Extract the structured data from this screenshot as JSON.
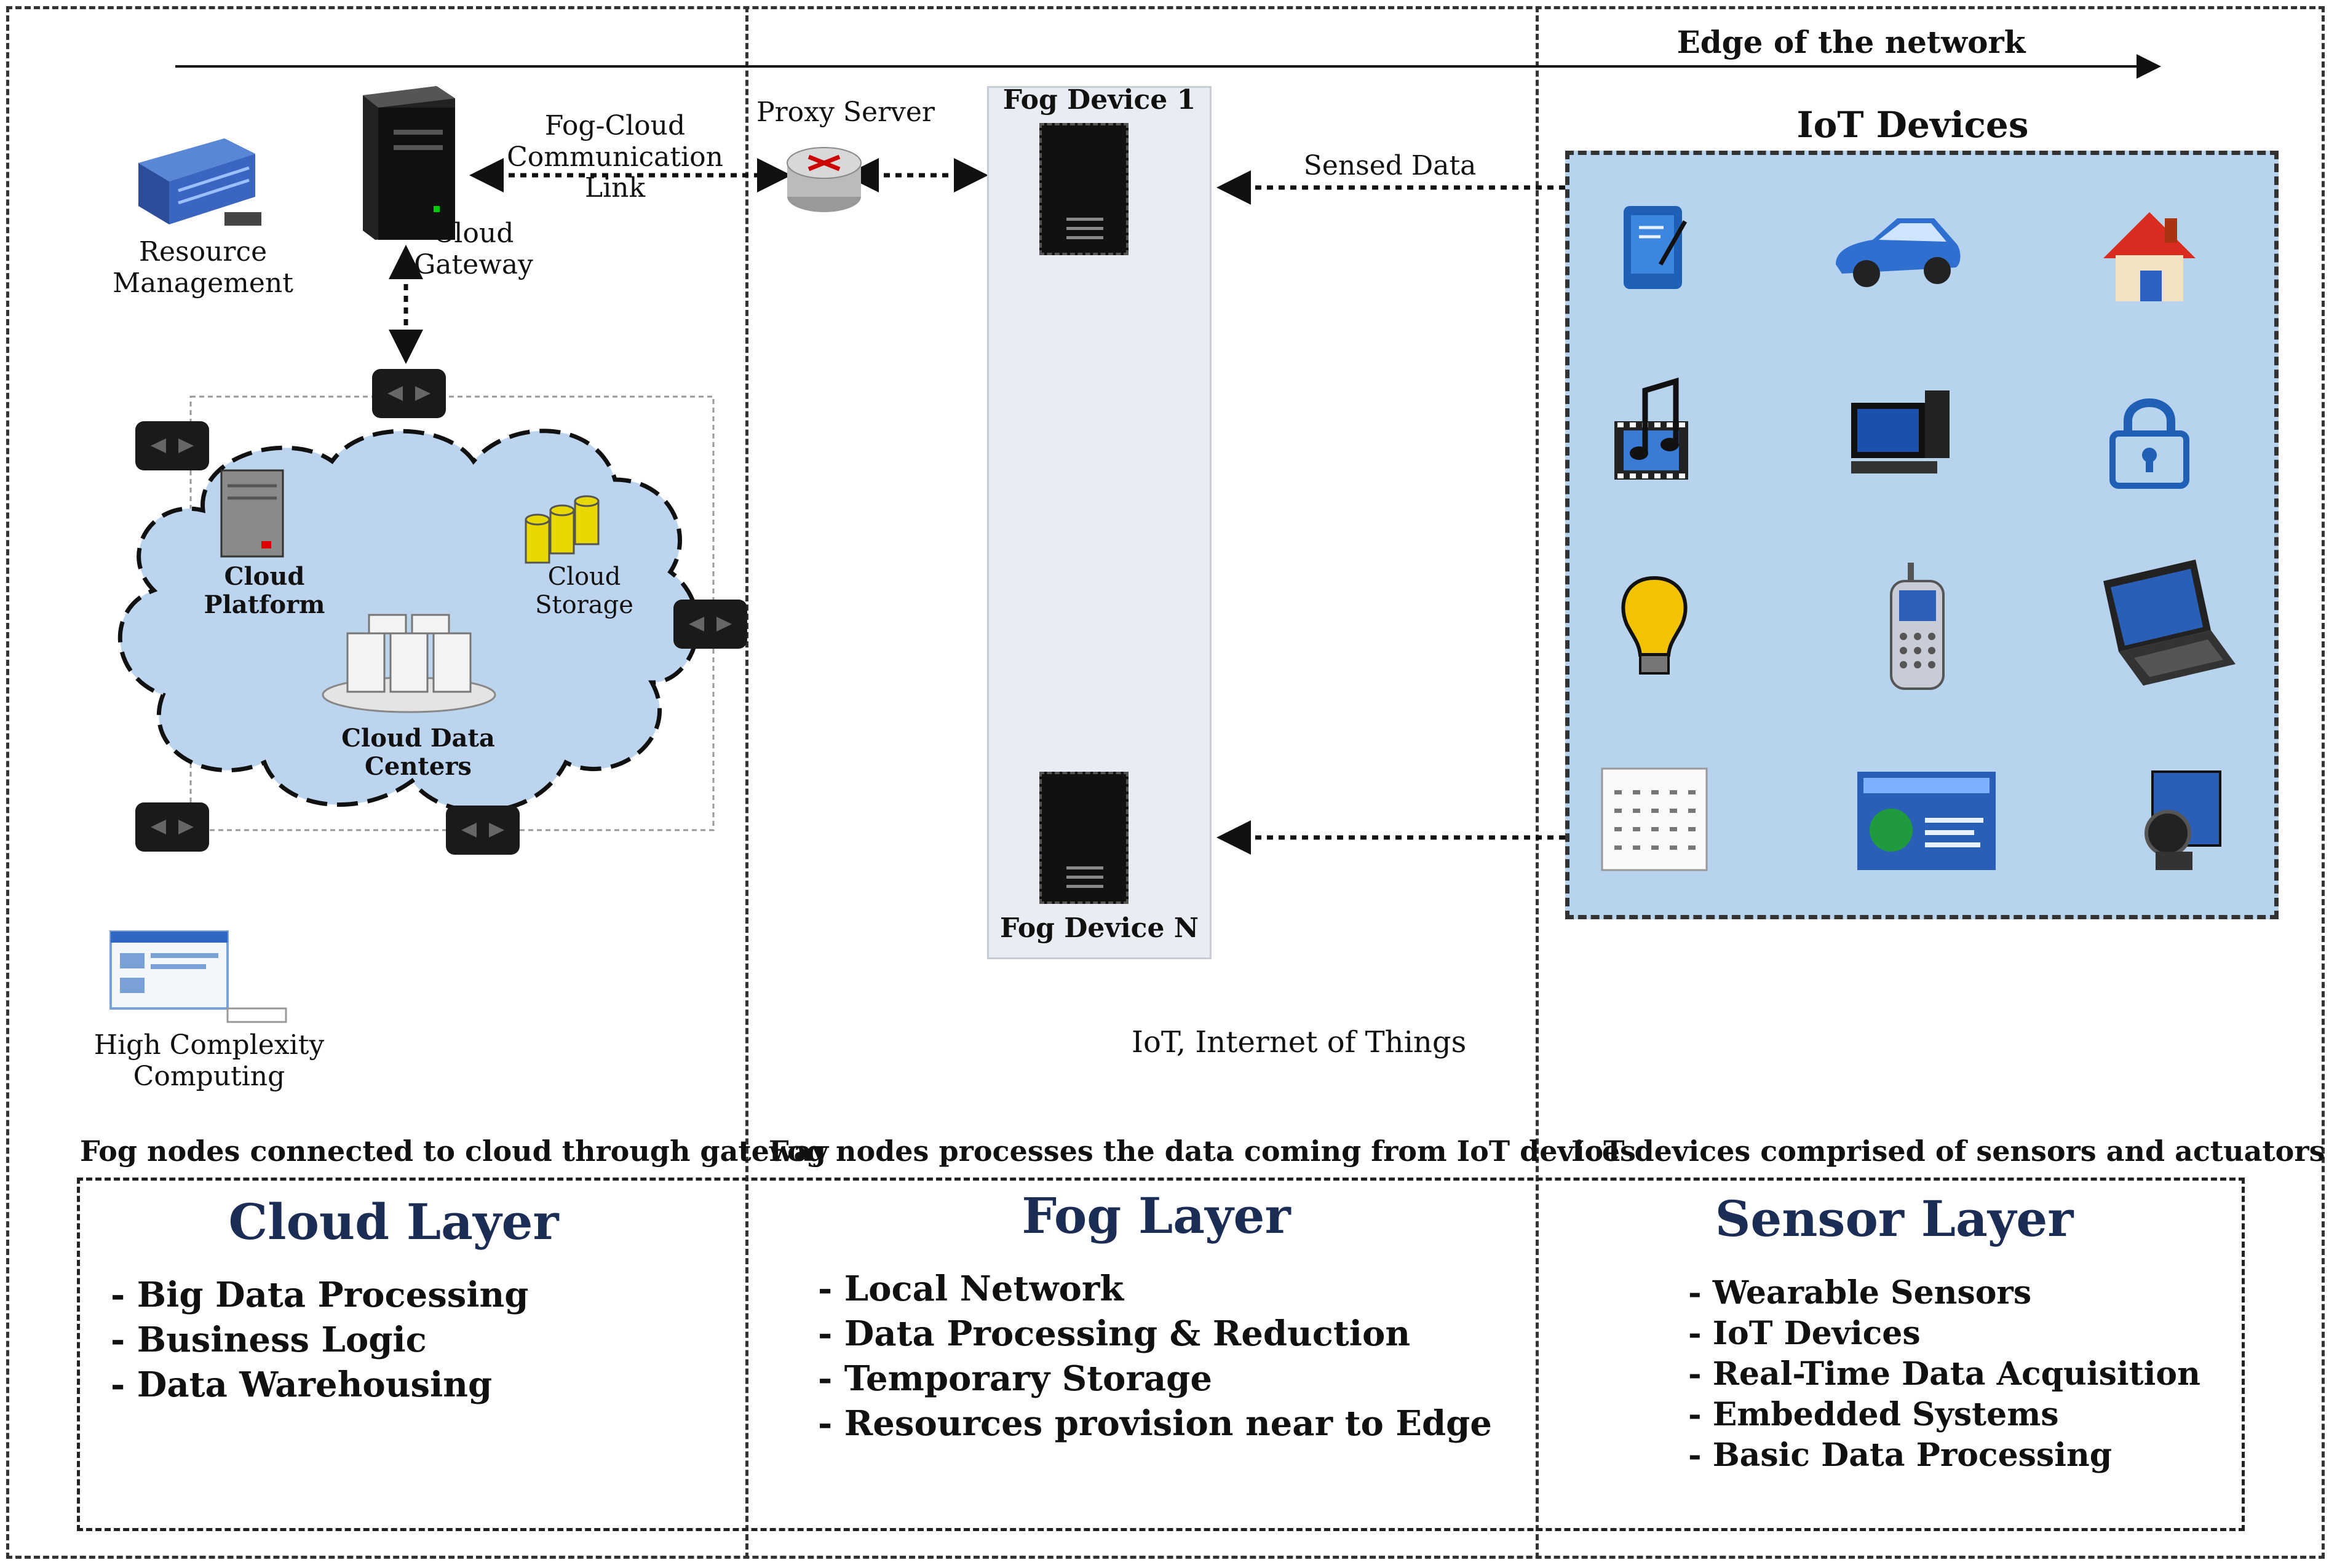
{
  "top": {
    "edge_label": "Edge of the network"
  },
  "cloud_section": {
    "resource_management": "Resource\nManagement",
    "cloud_gateway": "Cloud\nGateway",
    "fog_cloud_link": "Fog-Cloud\nCommunication Link",
    "cloud_platform": "Cloud Platform",
    "cloud_storage": "Cloud\nStorage",
    "cloud_data_centers": "Cloud Data Centers",
    "high_complexity": "High Complexity\nComputing",
    "caption": "Fog nodes connected to cloud through gateway"
  },
  "fog_section": {
    "proxy_server": "Proxy Server",
    "fog_device_1": "Fog Device 1",
    "fog_device_n": "Fog Device N",
    "sensed_data": "Sensed Data",
    "iot_note": "IoT,  Internet of Things",
    "caption": "Fog nodes processes the data coming from IoT devices"
  },
  "iot_section": {
    "title": "IoT Devices",
    "caption": "IoT devices comprised of sensors and actuators",
    "icons": [
      "tablet-icon",
      "car-icon",
      "house-icon",
      "media-icon",
      "desktop-icon",
      "lock-icon",
      "bulb-icon",
      "phone-icon",
      "laptop-icon",
      "calendar-icon",
      "web-icon",
      "camera-icon"
    ]
  },
  "layers": {
    "cloud": {
      "title": "Cloud Layer",
      "items": [
        "Big Data Processing",
        "Business Logic",
        "Data Warehousing"
      ]
    },
    "fog": {
      "title": "Fog Layer",
      "items": [
        "Local Network",
        "Data Processing & Reduction",
        "Temporary Storage",
        "Resources provision near to Edge"
      ]
    },
    "sensor": {
      "title": "Sensor Layer",
      "items": [
        "Wearable Sensors",
        "IoT Devices",
        "Real-Time Data Acquisition",
        "Embedded Systems",
        "Basic Data Processing"
      ]
    }
  },
  "colors": {
    "cloud_fill": "#bcd4ee",
    "iot_fill": "#b7d3ee",
    "layer_title": "#1c2d55",
    "fog_panel": "#e9ecf2"
  }
}
